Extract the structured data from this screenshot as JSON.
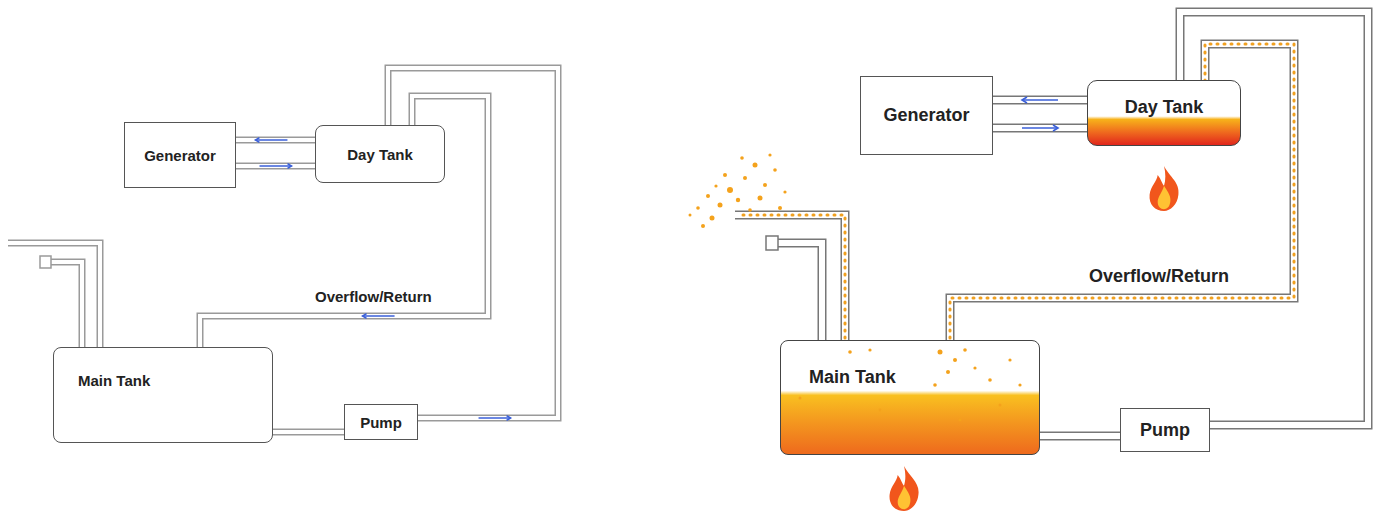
{
  "diagram": {
    "nodes": [
      {
        "text": [
          "Generator"
        ]
      },
      {
        "text": [
          "Day Tank"
        ]
      },
      {
        "text": [
          "Main Tank"
        ]
      },
      {
        "text": [
          "Pump"
        ]
      },
      {
        "text": [
          "Generator"
        ]
      },
      {
        "text": [
          "Day Tank"
        ]
      },
      {
        "text": [
          "Main Tank"
        ]
      },
      {
        "text": [
          "Pump"
        ]
      }
    ],
    "edges": [
      {
        "from": 1,
        "to": 0,
        "arrow": "to"
      },
      {
        "from": 0,
        "to": 1,
        "arrow": "to"
      },
      {
        "from": 2,
        "to": 3,
        "arrow": "none"
      },
      {
        "from": 3,
        "to": 1,
        "arrow": "to"
      },
      {
        "from": 1,
        "to": 2,
        "label": "Overflow/Return",
        "arrow": "to"
      },
      {
        "from": 5,
        "to": 4,
        "arrow": "to"
      },
      {
        "from": 4,
        "to": 5,
        "arrow": "to"
      },
      {
        "from": 6,
        "to": 7,
        "arrow": "none"
      },
      {
        "from": 7,
        "to": 5,
        "arrow": "none"
      },
      {
        "from": 5,
        "to": 6,
        "label": "Overflow/Return",
        "arrow": "none"
      }
    ]
  }
}
